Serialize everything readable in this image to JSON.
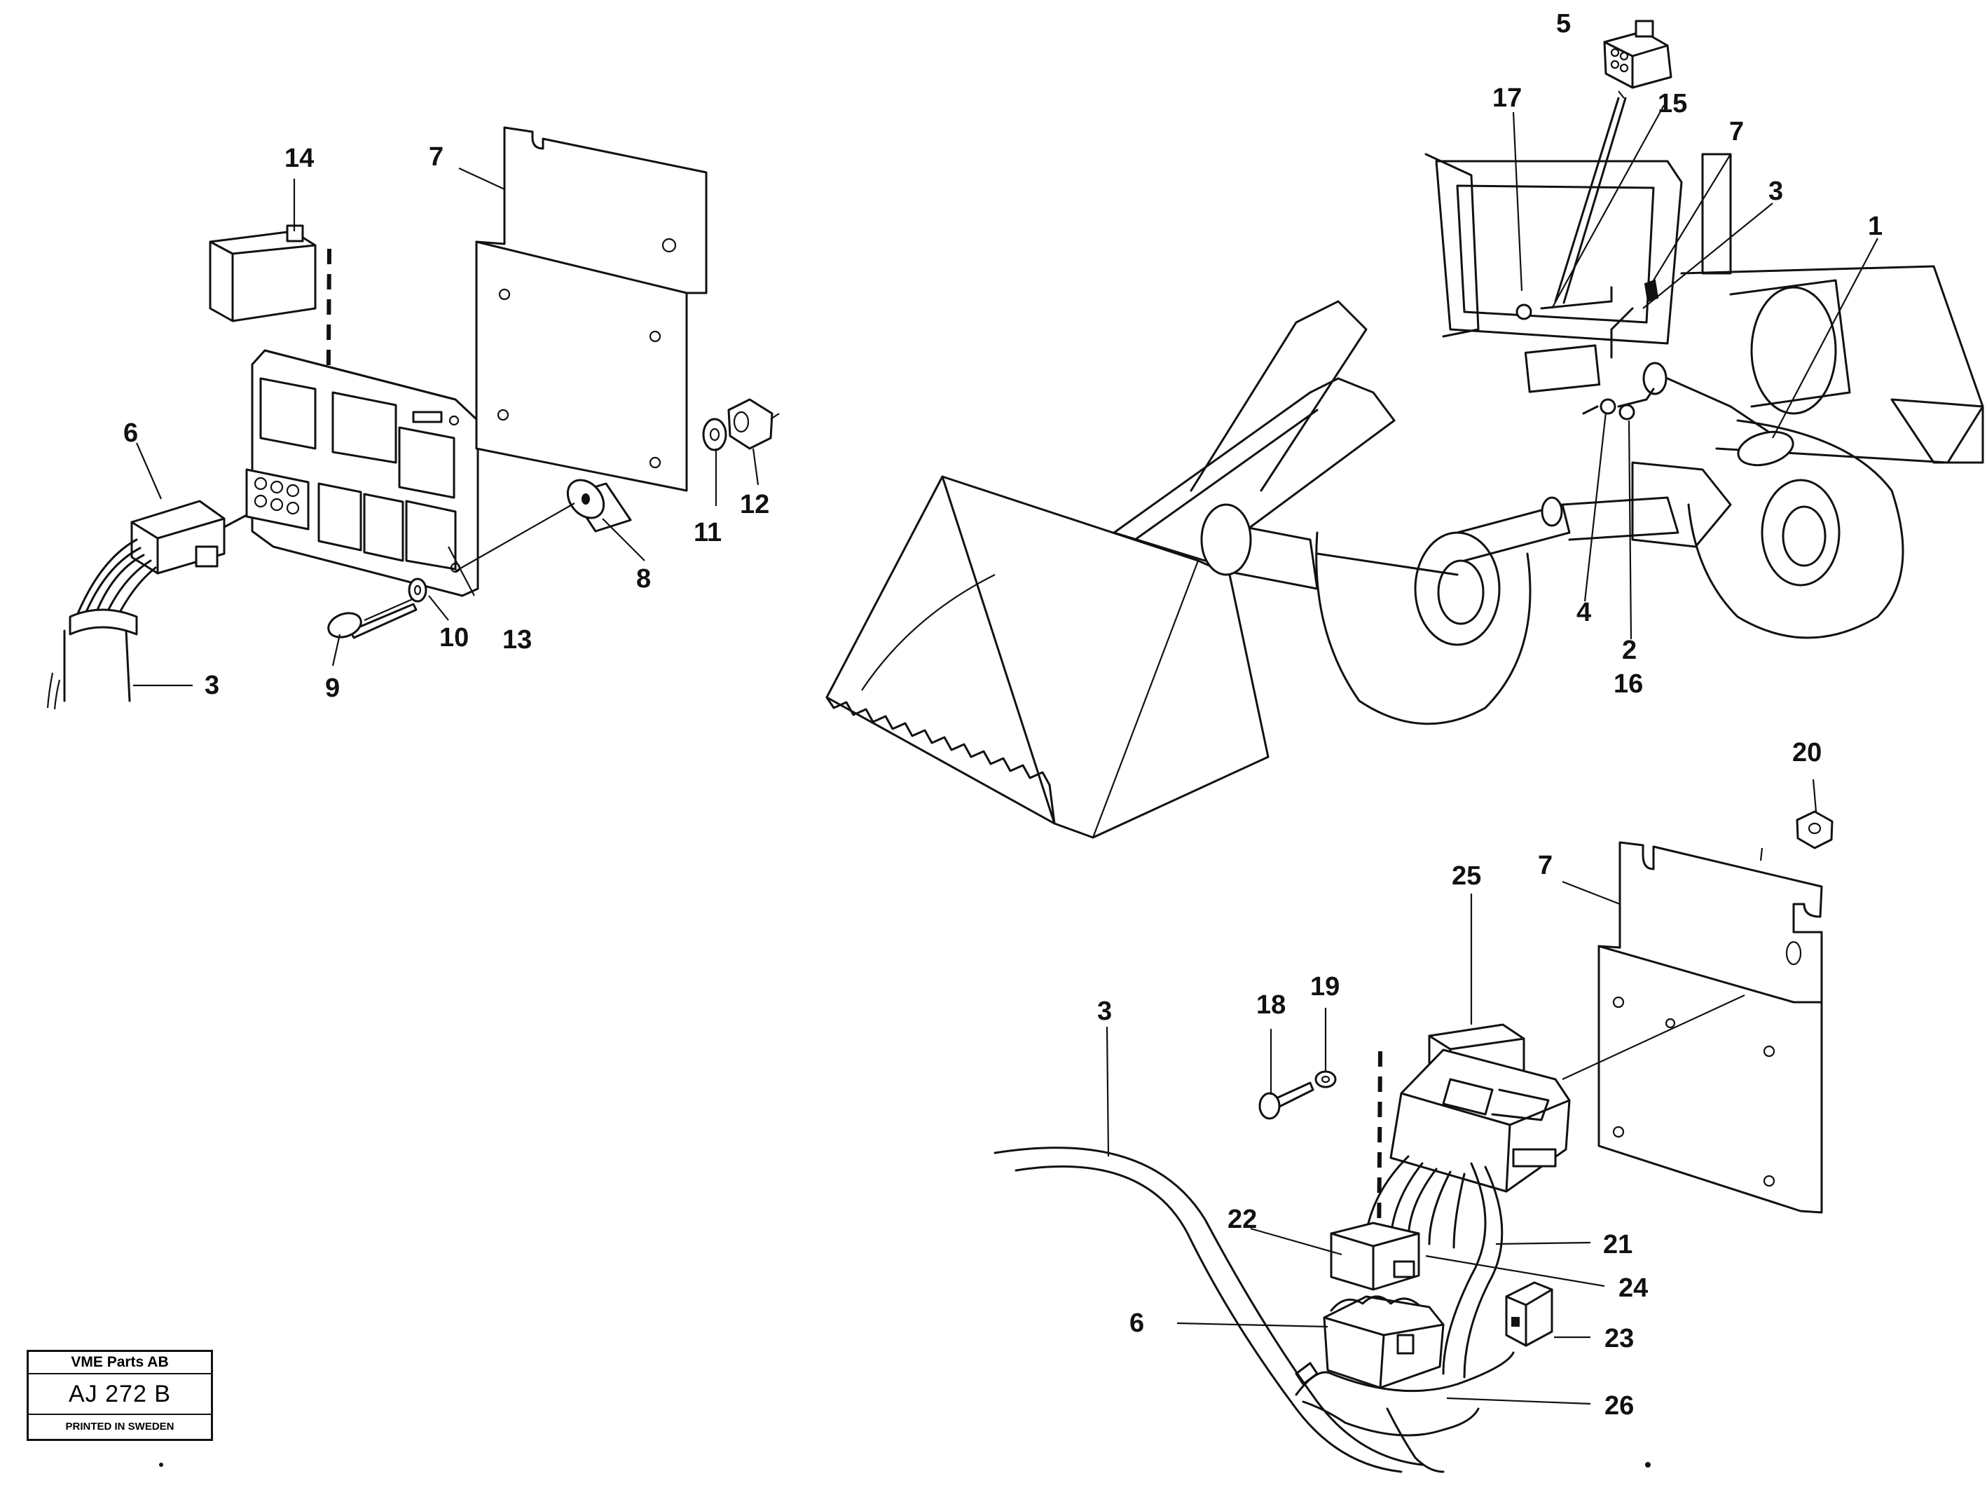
{
  "callouts": {
    "c1": "1",
    "c2": "2",
    "c3": "3",
    "c4": "4",
    "c5": "5",
    "c6": "6",
    "c7": "7",
    "c8": "8",
    "c9": "9",
    "c10": "10",
    "c11": "11",
    "c12": "12",
    "c13": "13",
    "c14": "14",
    "c15": "15",
    "c16": "16",
    "c17": "17",
    "c18": "18",
    "c19": "19",
    "c20": "20",
    "c21": "21",
    "c22": "22",
    "c23": "23",
    "c24": "24",
    "c25": "25",
    "c26": "26"
  },
  "stamp": {
    "company": "VME Parts AB",
    "code": "AJ 272 B",
    "printed": "PRINTED IN SWEDEN"
  }
}
